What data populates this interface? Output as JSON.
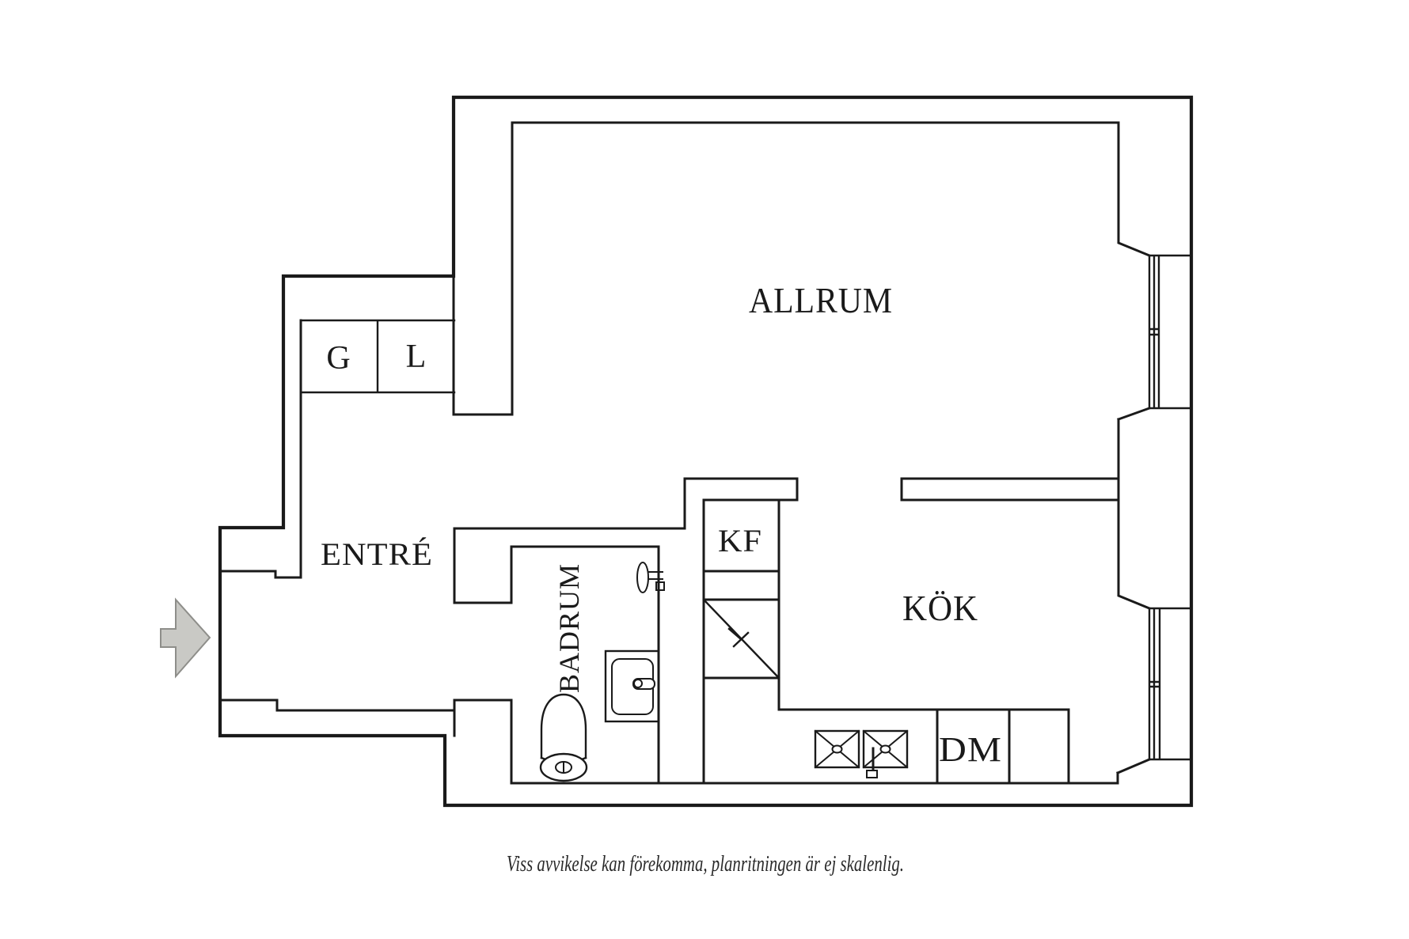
{
  "floor_plan": {
    "rooms": {
      "allrum": "ALLRUM",
      "entre": "ENTRÉ",
      "kok": "KÖK",
      "badrum": "BADRUM"
    },
    "units": {
      "g": "G",
      "l": "L",
      "kf": "KF",
      "dm": "DM"
    },
    "caption": "Viss avvikelse kan förekomma, planritningen är ej skalenlig.",
    "colors": {
      "line": "#1a1a1a",
      "background": "#ffffff",
      "arrow_fill": "#c9c9c5",
      "arrow_stroke": "#8e8e8a"
    }
  }
}
